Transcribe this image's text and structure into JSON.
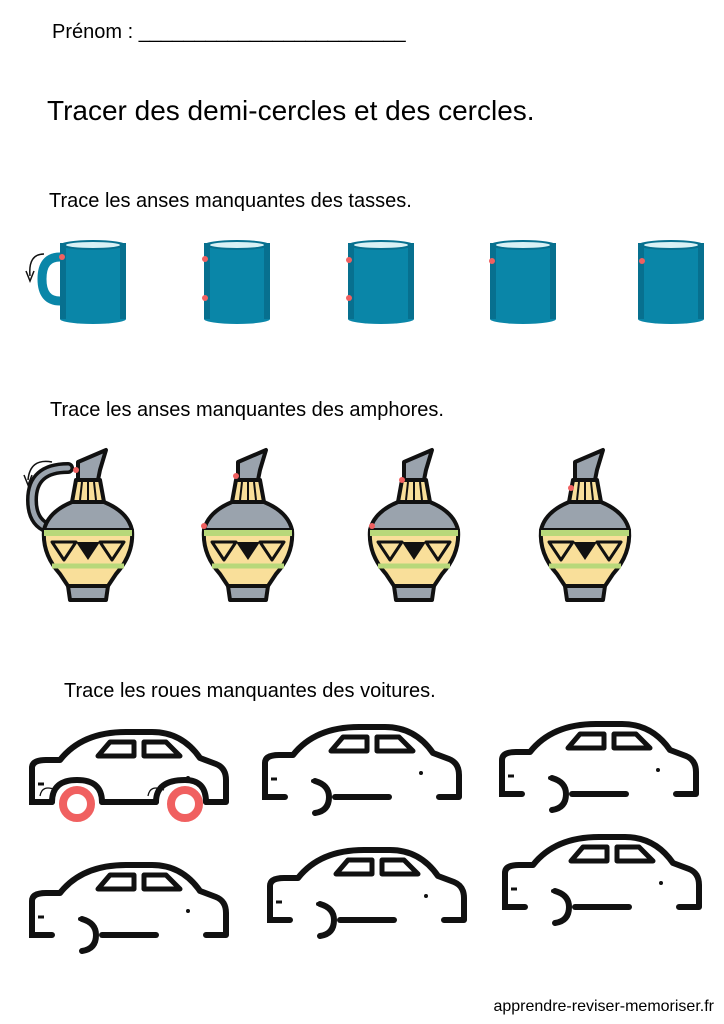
{
  "header": {
    "name_label": "Prénom :",
    "name_blank": "________________________"
  },
  "title": "Tracer des demi-cercles et des cercles.",
  "sections": {
    "cups": {
      "instruction": "Trace les anses manquantes des tasses.",
      "count": 5,
      "cup_color": "#0a86a8"
    },
    "amphoras": {
      "instruction": "Trace les anses manquantes des amphores.",
      "count": 4,
      "colors": {
        "body": "#f9df9a",
        "neck": "#9aa3ad",
        "band": "#b8d87a"
      }
    },
    "cars": {
      "instruction": "Trace les roues manquantes des voitures.",
      "count": 6,
      "wheel_color": "#f06060"
    }
  },
  "footer": "apprendre-reviser-memoriser.fr",
  "colors": {
    "guide_dot": "#f06060"
  }
}
